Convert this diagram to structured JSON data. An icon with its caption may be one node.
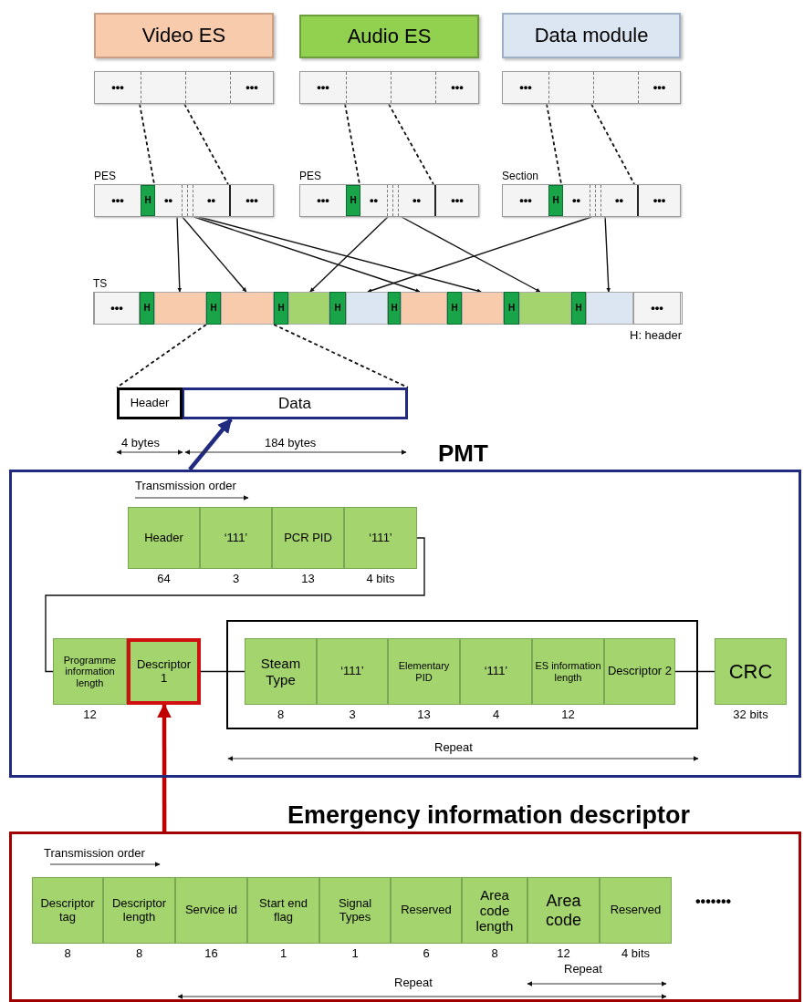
{
  "diagram": {
    "nodes": [
      {
        "text": [
          "Video ES"
        ]
      },
      {
        "text": [
          "Audio ES"
        ]
      },
      {
        "text": [
          "Data module"
        ]
      },
      {
        "text": [
          "•••",
          "•••"
        ]
      },
      {
        "text": [
          "•••",
          "•••"
        ]
      },
      {
        "text": [
          "•••",
          "•••"
        ]
      },
      {
        "text": [
          "•••",
          "H",
          "••",
          "••",
          "•••"
        ],
        "beside": [
          "PES"
        ]
      },
      {
        "text": [
          "•••",
          "H",
          "••",
          "••",
          "•••"
        ],
        "beside": [
          "PES"
        ]
      },
      {
        "text": [
          "•••",
          "H",
          "••",
          "••",
          "•••"
        ],
        "beside": [
          "Section"
        ]
      },
      {
        "text": [],
        "shape": "bar",
        "beside": [
          "TS"
        ]
      },
      {
        "text": [
          "•••"
        ],
        "in": 9
      },
      {
        "text": [
          "H"
        ],
        "in": 9
      },
      {
        "text": [],
        "shape": "box",
        "in": 9
      },
      {
        "text": [
          "H"
        ],
        "in": 9
      },
      {
        "text": [],
        "shape": "box",
        "in": 9
      },
      {
        "text": [
          "H"
        ],
        "in": 9
      },
      {
        "text": [],
        "shape": "box",
        "in": 9
      },
      {
        "text": [
          "H"
        ],
        "in": 9
      },
      {
        "text": [],
        "shape": "box",
        "in": 9
      },
      {
        "text": [
          "H"
        ],
        "in": 9
      },
      {
        "text": [],
        "shape": "box",
        "in": 9
      },
      {
        "text": [
          "H"
        ],
        "in": 9
      },
      {
        "text": [],
        "shape": "box",
        "in": 9
      },
      {
        "text": [
          "H"
        ],
        "in": 9
      },
      {
        "text": [],
        "shape": "box",
        "in": 9
      },
      {
        "text": [
          "H"
        ],
        "in": 9
      },
      {
        "text": [],
        "shape": "box",
        "in": 9
      },
      {
        "text": [
          "•••"
        ],
        "in": 9
      },
      {
        "text": [
          "Header"
        ]
      },
      {
        "text": [
          "Data"
        ]
      },
      {
        "text": [
          "PMT"
        ]
      },
      {
        "text": [
          "Header"
        ],
        "beside": [
          "64"
        ],
        "in": 30
      },
      {
        "text": [
          "‘111’"
        ],
        "beside": [
          "3"
        ],
        "in": 30
      },
      {
        "text": [
          "PCR PID"
        ],
        "beside": [
          "13"
        ],
        "in": 30
      },
      {
        "text": [
          "‘111’"
        ],
        "beside": [
          "4 bits"
        ],
        "in": 30
      },
      {
        "text": [
          "Programme information length"
        ],
        "beside": [
          "12"
        ],
        "in": 30
      },
      {
        "text": [
          "Descriptor 1"
        ],
        "in": 30
      },
      {
        "text": [],
        "shape": "box",
        "in": 30
      },
      {
        "text": [
          "Steam Type"
        ],
        "beside": [
          "8"
        ],
        "in": 37
      },
      {
        "text": [
          "‘111’"
        ],
        "beside": [
          "3"
        ],
        "in": 37
      },
      {
        "text": [
          "Elementary PID"
        ],
        "beside": [
          "13"
        ],
        "in": 37
      },
      {
        "text": [
          "‘111’"
        ],
        "beside": [
          "4"
        ],
        "in": 37
      },
      {
        "text": [
          "ES information length"
        ],
        "beside": [
          "12"
        ],
        "in": 37
      },
      {
        "text": [
          "Descriptor 2"
        ],
        "in": 37
      },
      {
        "text": [
          "CRC"
        ],
        "beside": [
          "32 bits"
        ],
        "in": 30
      },
      {
        "text": [
          "Emergency information descriptor"
        ]
      },
      {
        "text": [
          "Descriptor tag"
        ],
        "beside": [
          "8"
        ],
        "in": 45
      },
      {
        "text": [
          "Descriptor length"
        ],
        "beside": [
          "8"
        ],
        "in": 45
      },
      {
        "text": [
          "Service id"
        ],
        "beside": [
          "16"
        ],
        "in": 45
      },
      {
        "text": [
          "Start end flag"
        ],
        "beside": [
          "1"
        ],
        "in": 45
      },
      {
        "text": [
          "Signal Types"
        ],
        "beside": [
          "1"
        ],
        "in": 45
      },
      {
        "text": [
          "Reserved"
        ],
        "beside": [
          "6"
        ],
        "in": 45
      },
      {
        "text": [
          "Area code length"
        ],
        "beside": [
          "8"
        ],
        "in": 45
      },
      {
        "text": [
          "Area code"
        ],
        "beside": [
          "12"
        ],
        "in": 45
      },
      {
        "text": [
          "Reserved"
        ],
        "beside": [
          "4 bits"
        ],
        "in": 45
      }
    ],
    "edges": [
      {
        "from": 3,
        "to": 6,
        "arrow": "none",
        "style": "dashed"
      },
      {
        "from": 3,
        "to": 6,
        "arrow": "none",
        "style": "dashed"
      },
      {
        "from": 4,
        "to": 7,
        "arrow": "none",
        "style": "dashed"
      },
      {
        "from": 4,
        "to": 7,
        "arrow": "none",
        "style": "dashed"
      },
      {
        "from": 5,
        "to": 8,
        "arrow": "none",
        "style": "dashed"
      },
      {
        "from": 5,
        "to": 8,
        "arrow": "none",
        "style": "dashed"
      },
      {
        "from": 6,
        "to": 12,
        "arrow": "to"
      },
      {
        "from": 6,
        "to": 14,
        "arrow": "to"
      },
      {
        "from": 6,
        "to": 20,
        "arrow": "to"
      },
      {
        "from": 6,
        "to": 22,
        "arrow": "to"
      },
      {
        "from": 7,
        "to": 16,
        "arrow": "to"
      },
      {
        "from": 7,
        "to": 24,
        "arrow": "to"
      },
      {
        "from": 8,
        "to": 18,
        "arrow": "to"
      },
      {
        "from": 8,
        "to": 26,
        "arrow": "to"
      },
      {
        "from": 13,
        "to": 28,
        "arrow": "none",
        "style": "dashed"
      },
      {
        "from": 14,
        "to": 29,
        "arrow": "none",
        "style": "dashed"
      },
      {
        "from": 30,
        "to": 29,
        "arrow": "to",
        "style": "thick",
        "color": "#1f2a80"
      },
      {
        "from": 34,
        "to": 35,
        "arrow": "none"
      },
      {
        "from": 36,
        "to": 38,
        "arrow": "none"
      },
      {
        "from": 43,
        "to": 44,
        "arrow": "none"
      },
      {
        "from": 45,
        "to": 36,
        "arrow": "to",
        "style": "thick",
        "color": "#c00000"
      }
    ],
    "labels": [
      "H: header",
      "4 bytes",
      "184 bytes",
      "Transmission order",
      "Repeat",
      "Transmission order",
      "•••••••",
      "Repeat",
      "Repeat"
    ]
  }
}
